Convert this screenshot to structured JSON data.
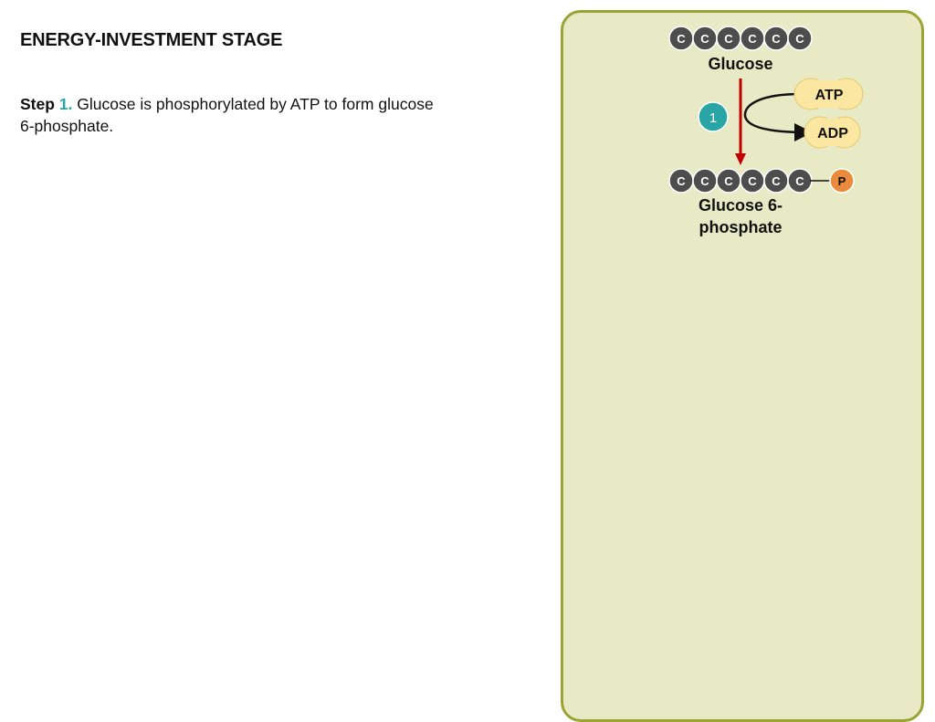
{
  "stage": {
    "title": "ENERGY-INVESTMENT STAGE"
  },
  "step": {
    "word": "Step",
    "number": "1.",
    "description": "Glucose is phosphorylated by ATP to form glucose 6-phosphate."
  },
  "diagram": {
    "glucose": {
      "atoms": [
        "C",
        "C",
        "C",
        "C",
        "C",
        "C"
      ],
      "label": "Glucose"
    },
    "step_badge": "1",
    "reactant_in": "ATP",
    "product_out": "ADP",
    "product": {
      "atoms": [
        "C",
        "C",
        "C",
        "C",
        "C",
        "C"
      ],
      "phosphate": "P",
      "label_line1": "Glucose 6-",
      "label_line2": "phosphate"
    }
  },
  "colors": {
    "panel_fill": "#e8eac5",
    "panel_border": "#9aa333",
    "carbon": "#4d4d4d",
    "step_number": "#2aa5a5",
    "arrow": "#c00000",
    "nucleotide": "#fbe7a1",
    "phosphate": "#e98a3c"
  }
}
